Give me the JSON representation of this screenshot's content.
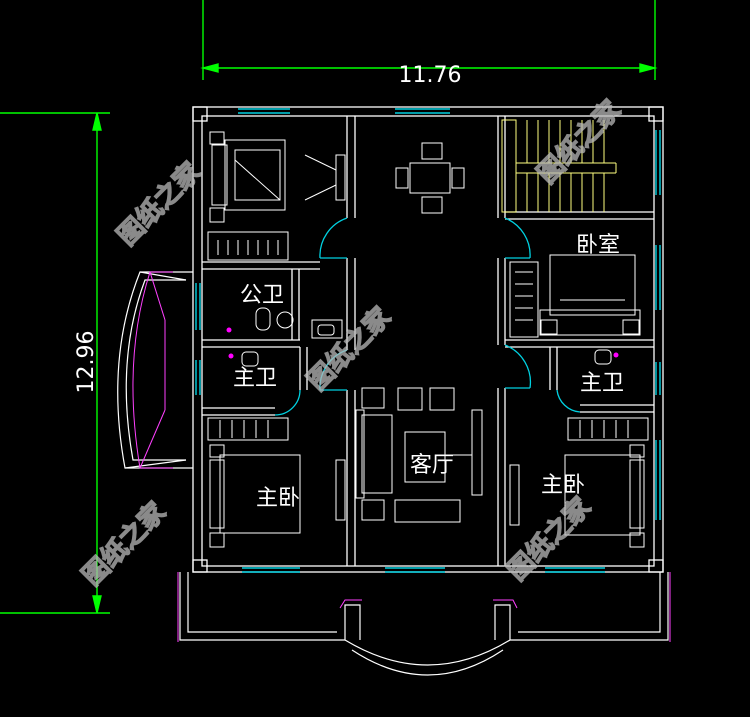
{
  "dimensions": {
    "width_label": "11.76",
    "height_label": "12.96"
  },
  "rooms": {
    "bedroom": "卧室",
    "public_bath": "公卫",
    "master_bath_left": "主卫",
    "master_bath_right": "主卫",
    "living_room": "客厅",
    "master_bedroom_left": "主卧",
    "master_bedroom_right": "主卧"
  },
  "watermark": "图纸之家",
  "colors": {
    "background": "#000000",
    "walls": "#ffffff",
    "dimension_lines": "#00ff00",
    "windows": "#00d0e0",
    "doors": "#00d0e0",
    "furniture": "#ffffff",
    "balcony": "#ff40ff",
    "stairs": "#ffff80",
    "fixtures": "#ff00ff"
  }
}
